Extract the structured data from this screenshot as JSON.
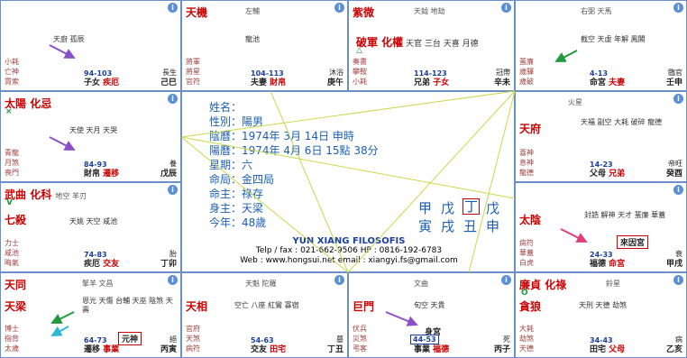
{
  "cells": [
    {
      "id": "si",
      "main": [],
      "hua": "",
      "top": "",
      "mid": "天廚 孤辰",
      "side": [
        "小耗",
        "亡神",
        "貫索"
      ],
      "age": "94-103",
      "state": "長生",
      "palace": [
        {
          "t": "子女 ",
          "r": false
        },
        {
          "t": "疾厄",
          "r": true
        }
      ],
      "gz": "己巳"
    },
    {
      "id": "wu",
      "main": [
        "天機"
      ],
      "hua": "",
      "top": "左輔",
      "mid": "龍池",
      "side": [
        "將軍",
        "將星",
        "官符"
      ],
      "age": "104-113",
      "state": "沐浴",
      "palace": [
        {
          "t": "夫妻 ",
          "r": false
        },
        {
          "t": "財帛",
          "r": true
        }
      ],
      "gz": "庚午"
    },
    {
      "id": "wei",
      "main": [
        "紫微"
      ],
      "hua": "",
      "top": "天鉞 地劫",
      "mid": "破軍 化權 天官 三台 天喜 月德",
      "side": [
        "奏書",
        "攀鞍",
        "小耗"
      ],
      "age": "114-123",
      "state": "冠帶",
      "palace": [
        {
          "t": "兄弟 ",
          "r": false
        },
        {
          "t": "子女",
          "r": true
        }
      ],
      "gz": "辛未",
      "tri": "△"
    },
    {
      "id": "shen",
      "main": [],
      "hua": "",
      "top": "右弼 天馬",
      "mid": "截空 天虛 年解 鳳閣",
      "side": [
        "蜚廉",
        "歲驛",
        "歲破"
      ],
      "age": "4-13",
      "state": "臨官",
      "palace": [
        {
          "t": "命宮 ",
          "r": false
        },
        {
          "t": "夫妻",
          "r": true
        }
      ],
      "gz": "壬申"
    },
    {
      "id": "chen",
      "main": [
        "太陽",
        "化忌"
      ],
      "hua": "",
      "top": "",
      "mid": "天使 天月 天哭",
      "side": [
        "青龍",
        "月煞",
        "喪門"
      ],
      "age": "84-93",
      "state": "養",
      "palace": [
        {
          "t": "財帛 ",
          "r": false
        },
        {
          "t": "遷移",
          "r": true
        }
      ],
      "gz": "戊辰",
      "tri": "×"
    },
    {
      "id": "you",
      "main": [
        "天府"
      ],
      "hua": "",
      "top": "火星",
      "mid": "天福 副空 大耗 破碎 龍德",
      "side": [
        "喜神",
        "息神",
        "龍德"
      ],
      "age": "14-23",
      "state": "帝旺",
      "palace": [
        {
          "t": "父母 ",
          "r": false
        },
        {
          "t": "兄弟",
          "r": true
        }
      ],
      "gz": "癸酉"
    },
    {
      "id": "mao",
      "main": [
        "武曲",
        "化科"
      ],
      "hua": "",
      "top": "地空 羊刃",
      "mid": "天姚 天空 咸池",
      "side": [
        "力士",
        "咸池",
        "晦氣"
      ],
      "age": "74-83",
      "state": "胎",
      "palace": [
        {
          "t": "疾厄 ",
          "r": false
        },
        {
          "t": "交友",
          "r": true
        }
      ],
      "gz": "丁卯",
      "tri": "V",
      "second": "七殺"
    },
    {
      "id": "xu",
      "main": [
        "太陰"
      ],
      "hua": "",
      "top": "",
      "mid": "封誥 解神 天才 蜚廉 華蓋",
      "side": [
        "病符",
        "華蓋",
        "白虎"
      ],
      "age": "24-33",
      "state": "衰",
      "palace": [
        {
          "t": "福德 ",
          "r": false
        },
        {
          "t": "命宮",
          "r": true
        }
      ],
      "gz": "甲戌",
      "boxlabel": "來因宮"
    },
    {
      "id": "yin",
      "main": [
        "天同"
      ],
      "hua": "",
      "top": "擎羊 文昌",
      "mid": "恩光 天傷 台輔 天巫 陰煞 天壽",
      "side": [
        "博士",
        "指背",
        "太歲"
      ],
      "age": "64-73",
      "state": "絕",
      "palace": [
        {
          "t": "遷移 ",
          "r": false
        },
        {
          "t": "事業",
          "r": true
        }
      ],
      "gz": "丙寅",
      "second": "天梁",
      "boxlabel": "元神"
    },
    {
      "id": "chou",
      "main": [
        "天相"
      ],
      "hua": "",
      "top": "天魁 陀羅",
      "mid": "空亡 八座 紅鸞 寡宿",
      "side": [
        "官府",
        "天煞",
        "病符"
      ],
      "age": "54-63",
      "state": "墓",
      "palace": [
        {
          "t": "交友 ",
          "r": false
        },
        {
          "t": "田宅",
          "r": true
        }
      ],
      "gz": "丁丑"
    },
    {
      "id": "zi",
      "main": [
        "巨門"
      ],
      "hua": "",
      "top": "文曲",
      "mid": "旬空 天貴",
      "side": [
        "伏兵",
        "災煞",
        "弔客"
      ],
      "age": "44-53",
      "state": "死",
      "palace": [
        {
          "t": "事業 ",
          "r": false
        },
        {
          "t": "福德",
          "r": true
        }
      ],
      "gz": "丙子",
      "boxlabel": "身宮"
    },
    {
      "id": "hai",
      "main": [
        "廉貞",
        "化祿"
      ],
      "hua": "",
      "top": "鈴星",
      "mid": "天刑 天德 劫煞",
      "side": [
        "大耗",
        "劫煞",
        "天德"
      ],
      "age": "34-43",
      "state": "病",
      "palace": [
        {
          "t": "田宅 ",
          "r": false
        },
        {
          "t": "父母",
          "r": true
        }
      ],
      "gz": "乙亥",
      "tri": "O",
      "second": "貪狼"
    }
  ],
  "center": {
    "lines": [
      "姓名：",
      "性別：陽男",
      "陰曆：1974年 3月 14日 申時",
      "陽曆：1974年 4月 6日 15點 38分",
      "星期：六",
      "命局：金四局",
      "命主：祿存",
      "身主：天梁",
      "今年：48歲"
    ],
    "pillars_top": [
      "甲",
      "戊",
      "丁",
      "戊"
    ],
    "pillars_bottom": [
      "寅",
      "戌",
      "丑",
      "申"
    ],
    "company_name": "YUN XIANG FILOSOFIS",
    "company_phone": "Telp / fax : 021-662-9506 HP : 0816-192-6783",
    "company_web": "Web : www.hongsui.net   email : xiangyi.fs@gmail.com"
  },
  "colors": {
    "border": "#6b8fc7",
    "star": "#cc0000",
    "center_text": "#1a5fb4",
    "arrow_purple": "#8a4fc9",
    "arrow_green": "#1e9a3a",
    "arrow_pink": "#e0407a",
    "arrow_cyan": "#2fb8d6",
    "line_yellow": "#c8d84a"
  }
}
